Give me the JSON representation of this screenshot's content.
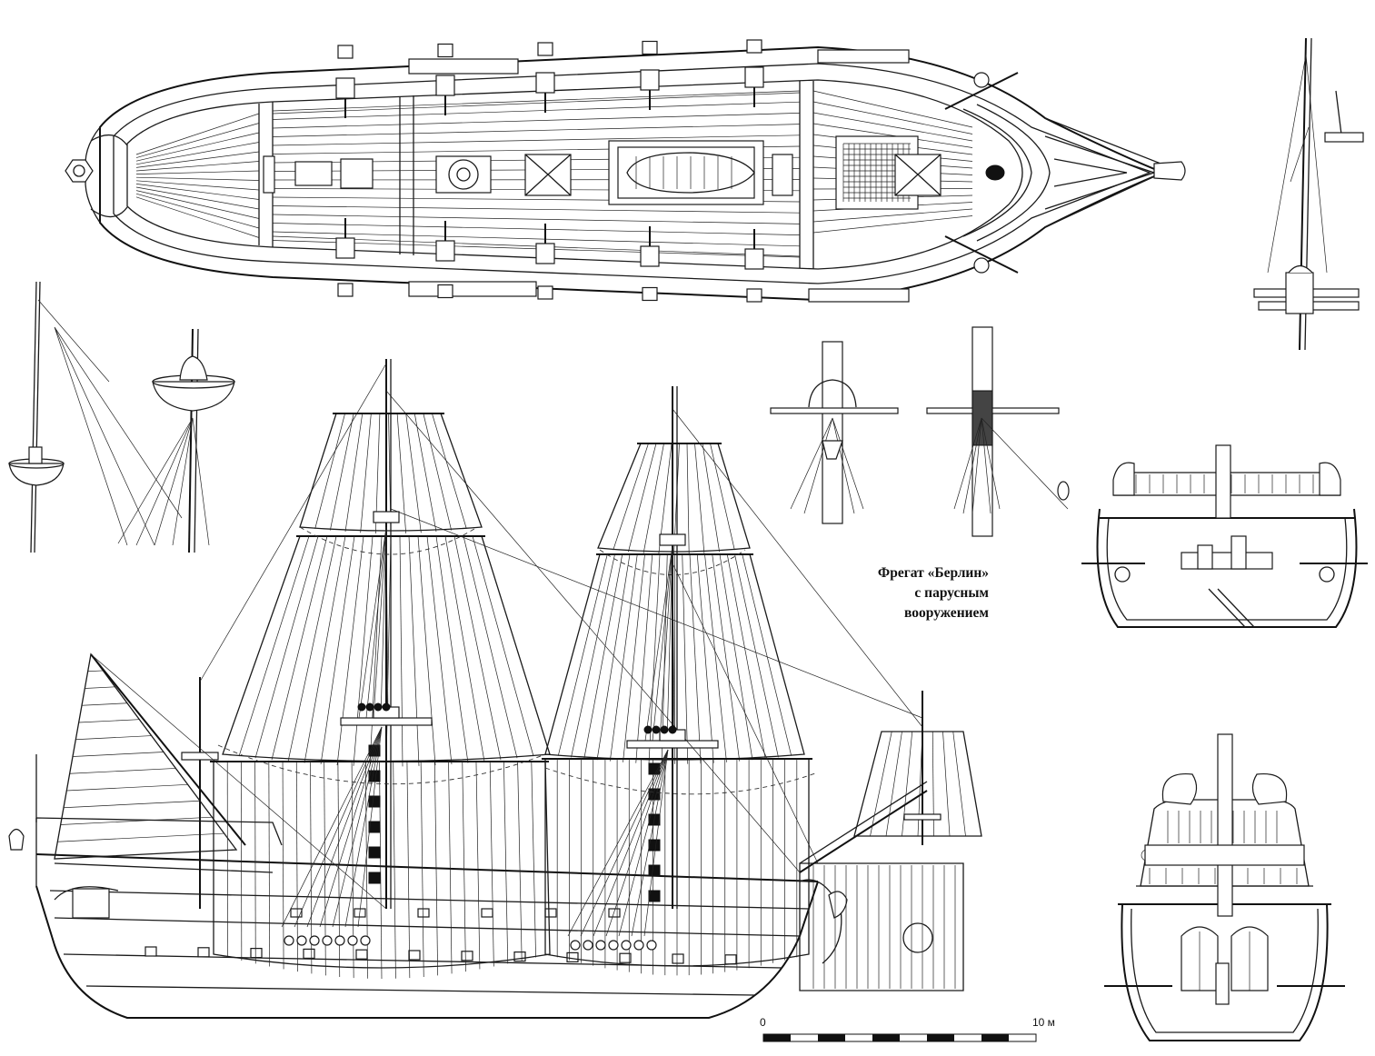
{
  "caption": {
    "line1": "Фрегат «Берлин»",
    "line2": "с парусным",
    "line3": "вооружением"
  },
  "scale": {
    "start_label": "0",
    "end_label": "10 м",
    "units": 10,
    "segments": 10
  },
  "colors": {
    "ink": "#1a1a1a",
    "paper": "#ffffff"
  },
  "views": [
    "deck-plan",
    "side-elevation",
    "stern-view",
    "bow-view",
    "masthead-details",
    "bowsprit-detail"
  ]
}
